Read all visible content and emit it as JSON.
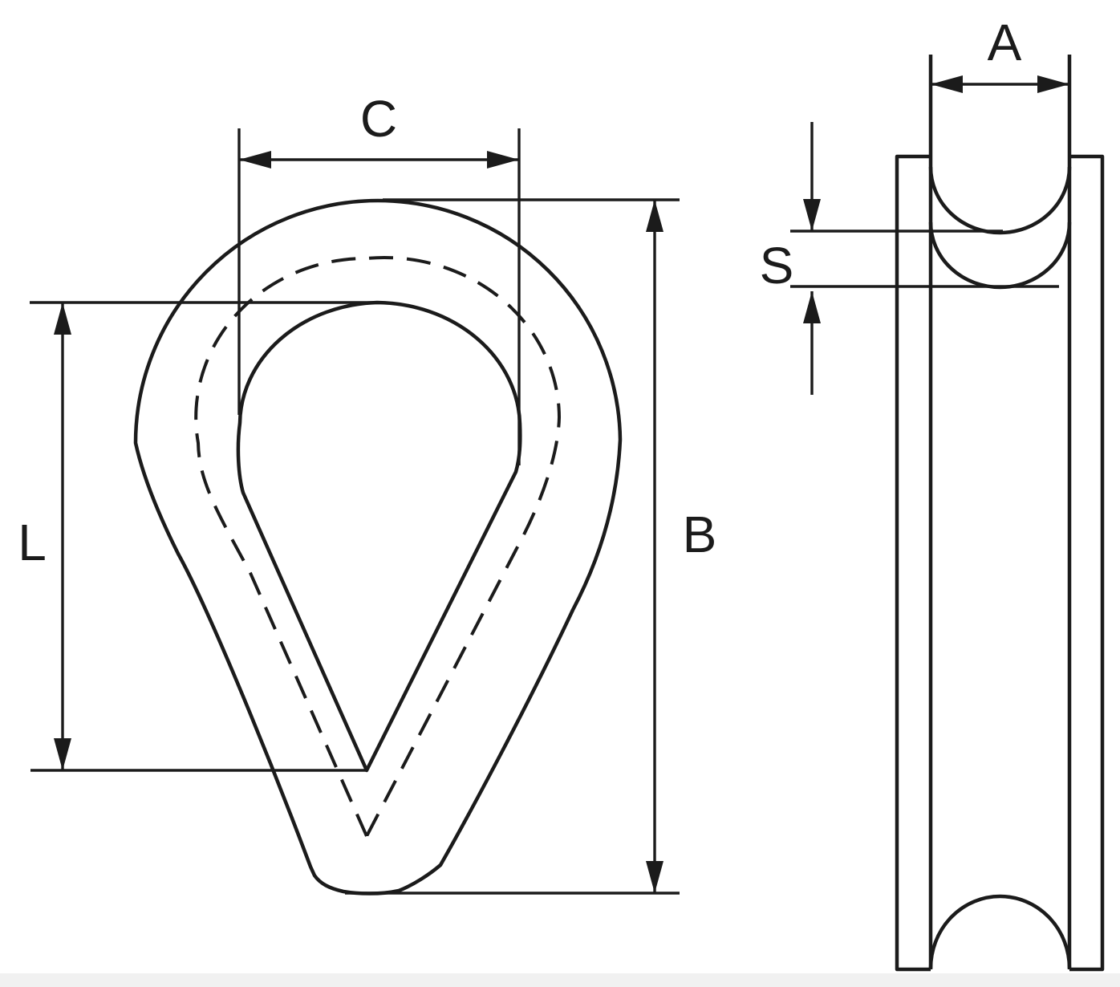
{
  "diagram": {
    "type": "engineering-dimension-drawing",
    "subject": "wire-rope-thimble",
    "views": {
      "front_view": "teardrop thimble outline with dashed rope centerline and inner opening",
      "side_view": "channel cross-section profile with groove curves"
    }
  },
  "labels": {
    "dim_a": "A",
    "dim_b": "B",
    "dim_c": "C",
    "dim_l": "L",
    "dim_s": "S"
  },
  "colors": {
    "line": "#1b1b1b",
    "background": "#ffffff",
    "bottom_strip": "#f1f1f1"
  }
}
